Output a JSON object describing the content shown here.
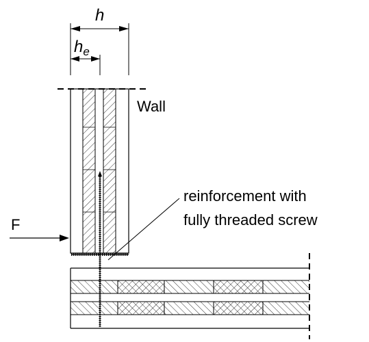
{
  "labels": {
    "dimension_total": "h",
    "dimension_effective": "h",
    "dimension_effective_subscript": "e",
    "wall": "Wall",
    "annotation_line1": "reinforcement with",
    "annotation_line2": "fully threaded screw",
    "force": "F"
  },
  "colors": {
    "stroke": "#000000",
    "background": "#ffffff"
  }
}
